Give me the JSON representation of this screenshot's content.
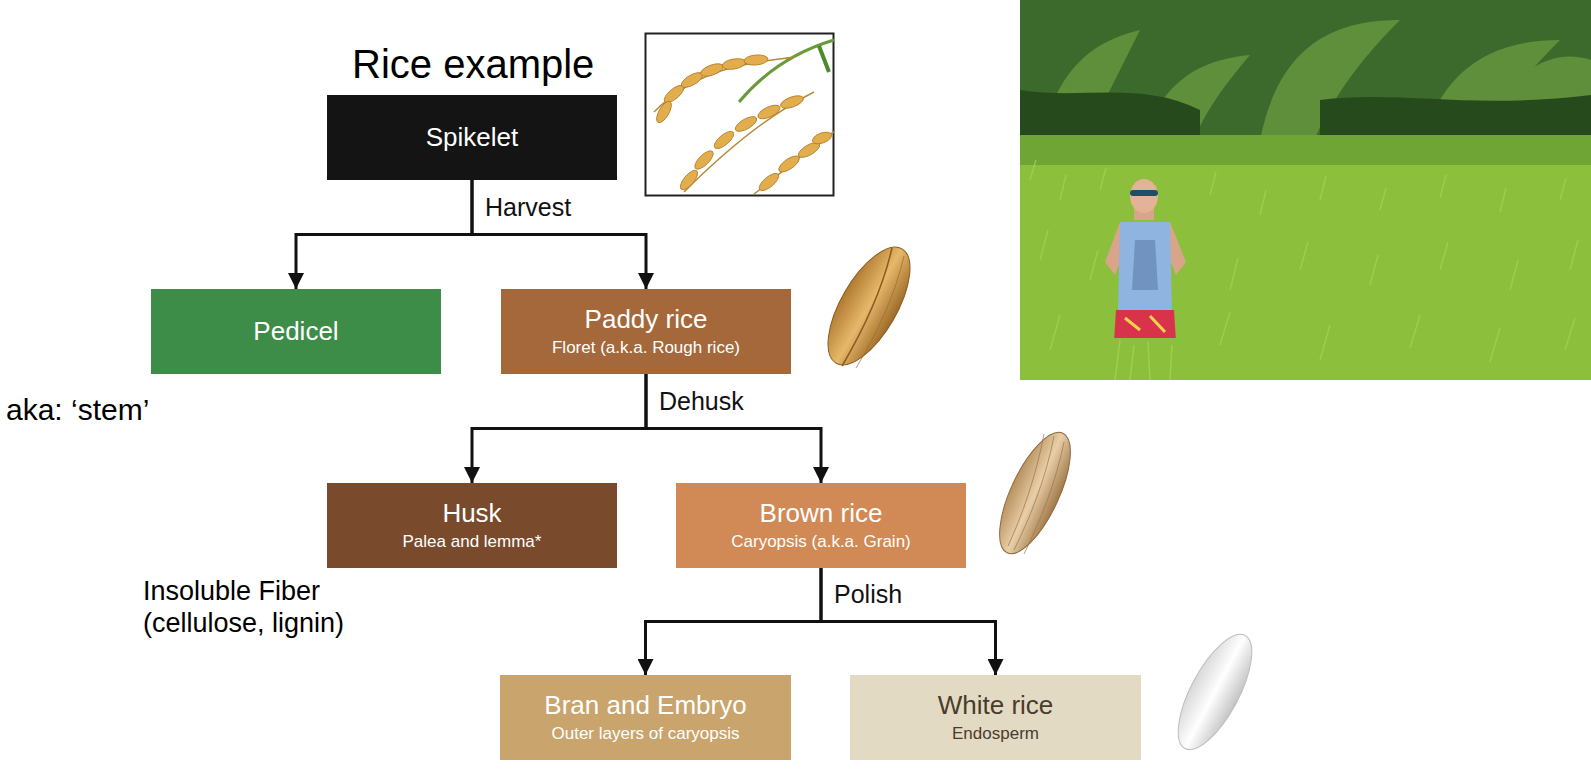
{
  "diagram": {
    "title": "Rice example",
    "nodes": [
      {
        "text": [
          "Spikelet"
        ]
      },
      {
        "text": [
          "Pedicel"
        ]
      },
      {
        "text": [
          "Paddy rice",
          "Floret (a.k.a. Rough rice)"
        ]
      },
      {
        "text": [
          "Husk",
          "Palea and lemma*"
        ]
      },
      {
        "text": [
          "Brown rice",
          "Caryopsis (a.k.a. Grain)"
        ]
      },
      {
        "text": [
          "Bran and Embryo",
          "Outer layers of caryopsis"
        ]
      },
      {
        "text": [
          "White rice",
          "Endosperm"
        ]
      }
    ],
    "edges": [
      {
        "from": 0,
        "to": 1,
        "arrow": "to"
      },
      {
        "from": 0,
        "to": 2,
        "label": "Harvest",
        "arrow": "to"
      },
      {
        "from": 2,
        "to": 3,
        "arrow": "to"
      },
      {
        "from": 2,
        "to": 4,
        "label": "Dehusk",
        "arrow": "to"
      },
      {
        "from": 4,
        "to": 5,
        "arrow": "to"
      },
      {
        "from": 4,
        "to": 6,
        "label": "Polish",
        "arrow": "to"
      }
    ],
    "labels": [
      "aka: ‘stem’",
      "Insoluble Fiber (cellulose, lignin)"
    ]
  }
}
